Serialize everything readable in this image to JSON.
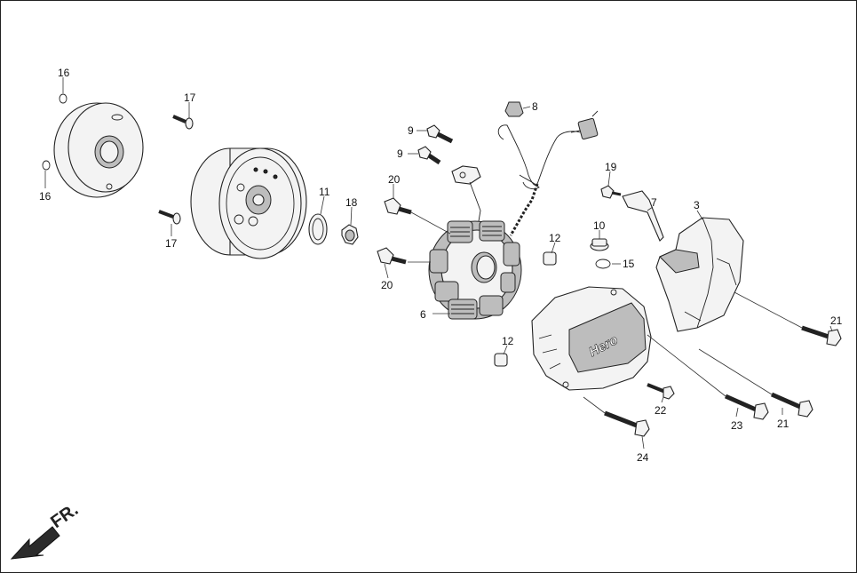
{
  "diagram": {
    "direction_label": "FR.",
    "brand_label": "Hero",
    "callouts": {
      "c16a": "16",
      "c16b": "16",
      "c17a": "17",
      "c17b": "17",
      "c11": "11",
      "c18": "18",
      "c9a": "9",
      "c9b": "9",
      "c8": "8",
      "c20a": "20",
      "c20b": "20",
      "c6": "6",
      "c12a": "12",
      "c12b": "12",
      "c10": "10",
      "c15": "15",
      "c19": "19",
      "c7": "7",
      "c3": "3",
      "c21a": "21",
      "c21b": "21",
      "c22": "22",
      "c23": "23",
      "c24": "24"
    }
  }
}
